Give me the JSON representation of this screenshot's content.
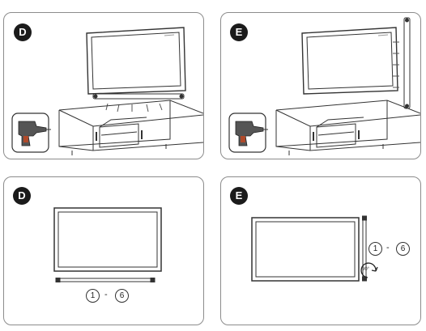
{
  "panels": [
    {
      "step": "D"
    },
    {
      "step": "E"
    },
    {
      "step": "D",
      "range_start": "1",
      "range_sep": "-",
      "range_end": "6"
    },
    {
      "step": "E",
      "range_start": "1",
      "range_sep": "-",
      "range_end": "6",
      "rotation": "90°"
    }
  ],
  "colors": {
    "badge": "#1b1b1b",
    "line": "#333333",
    "frame": "#8c8c8c"
  },
  "icons": [
    "power-drill-icon",
    "rotate-icon"
  ]
}
